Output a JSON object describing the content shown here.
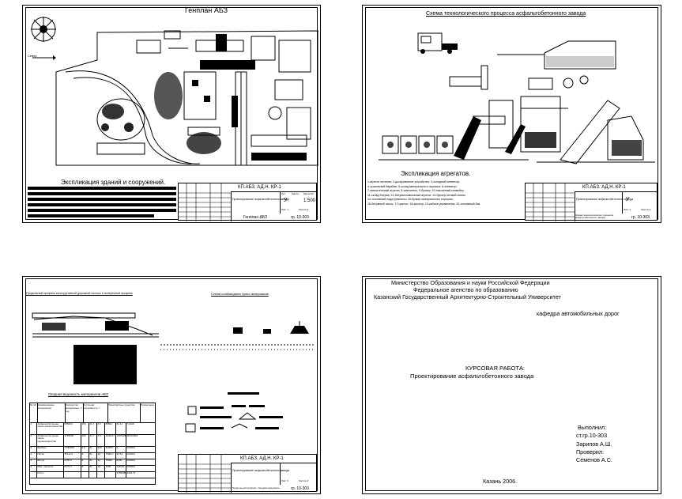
{
  "sheet1": {
    "title": "Генплан АБЗ",
    "north_label": "Север",
    "explication_title": "Экспликация зданий и сооружений.",
    "stamp_code": "КП.АБЗ. АД.Н. КР-1",
    "stamp_project": "Проектирование асфальтобетонного завода",
    "stamp_sheet_name": "Генплан АБЗ",
    "stamp_group": "гр. 10-303",
    "stamp_scale": "1:500",
    "stamp_col1": "Лит.",
    "stamp_col2": "Масса",
    "stamp_col3": "Масштаб",
    "stamp_lit": "У",
    "stamp_sheet": "Лист 1",
    "stamp_sheets": "Листов 3"
  },
  "sheet2": {
    "title": "Схема технологического процесса асфальтобетонного завода",
    "explication_title": "Экспликация агрегатов.",
    "legend_lines": [
      "1-агрегат питания; 2-дозировочное устройство; 3-холодный элеватор;",
      "4-сушильный барабан; 5-склад минерального порошка; 6-элеватор;",
      "7-смесительный агрегат; 8-смеситель; 9-бункер; 10-наклонный конвейер;",
      "11-склад битума; 12-битумоплавильный агрегат; 13-бункер готовой смеси;",
      "14-топливный подогреватель; 15-бункер минерального порошка;",
      "16-битумный насос; 17-циклон; 18-фильтр; 19-кабина управления; 20-топливный бак."
    ],
    "stamp_code": "КП.АБЗ. АД.Н. КР-1",
    "stamp_project": "Проектирование асфальтобетонного завода",
    "stamp_sheet_name": "Схема технологического процесса асфальтобетонного завода",
    "stamp_group": "гр. 10-303",
    "stamp_lit": "У",
    "stamp_sheet": "Лист 2",
    "stamp_sheets": "Листов 3"
  },
  "sheet3": {
    "title_left": "Продольный профиль конструктивной дорожной полосы и поперечный профиль",
    "title_right": "Схема слабоводных трасс материалов",
    "table_title": "Сводная ведомость материалов АБЗ",
    "table_headers": [
      "№ п/п",
      "Наименование материалов",
      "Количество материалов, т/год",
      "Суточная потребность, т",
      "Транспортные средства",
      "Примечание"
    ],
    "table_rows": [
      [
        "1",
        "Асфальтобетонная смесь мелкозернистая",
        "255000",
        "150",
        "21.7",
        "6.5",
        "85594",
        "62-11",
        "Т-МАЗ"
      ],
      [
        "2",
        "Асфальтобетонная смесь крупнозернистая",
        "3765000",
        "102",
        "21.7",
        "6.5",
        "4040117",
        "1007018",
        "ЗИЛ-ММЗ"
      ],
      [
        "3",
        "Щебень",
        "4 560000",
        "6.5",
        "21",
        "900",
        "320337",
        "0",
        "КАМАЗ"
      ],
      [
        "4",
        "Песок",
        "35111.9",
        "4",
        "21",
        "30",
        "750017",
        "36.64",
        "КАМАЗ"
      ],
      [
        "5",
        "Битум",
        "6450.9",
        "6",
        "21",
        "32",
        "75000",
        "8000",
        "КАМАЗ"
      ],
      [
        "6",
        "Мин. порошок",
        "5171.4",
        "4",
        "21",
        "10",
        "1000",
        "141031",
        "КАМАЗ"
      ],
      [
        "",
        "Итого",
        "",
        "",
        "",
        "",
        "",
        "3765000",
        "2018.73"
      ]
    ],
    "stamp_code": "КП.АБЗ. АД.Н. КР-1",
    "stamp_project": "Проектирование асфальтобетонного завода",
    "stamp_sheet_name": "Продольный профиль. Сводная ведомость",
    "stamp_group": "гр. 10-303",
    "stamp_sheet": "Лист 3",
    "stamp_sheets": "Листов 3"
  },
  "sheet4": {
    "ministry": "Министерство Образования и науки Российской Федерации",
    "agency": "Федеральное агенство по образованию",
    "university": "Казанский Государственный Архитектурно-Строительный Университет",
    "department": "кафедра автомобильных дорог",
    "work_type": "КУРСОВАЯ РАБОТА:",
    "work_title": "Проектирование асфальтобетонного завода",
    "performed": "Выполнил:",
    "group": "ст.гр.10-303",
    "student": "Зарипов А.Ш.",
    "checked": "Проверил:",
    "teacher": "Семенов А.С.",
    "city_year": "Казань 2006."
  }
}
